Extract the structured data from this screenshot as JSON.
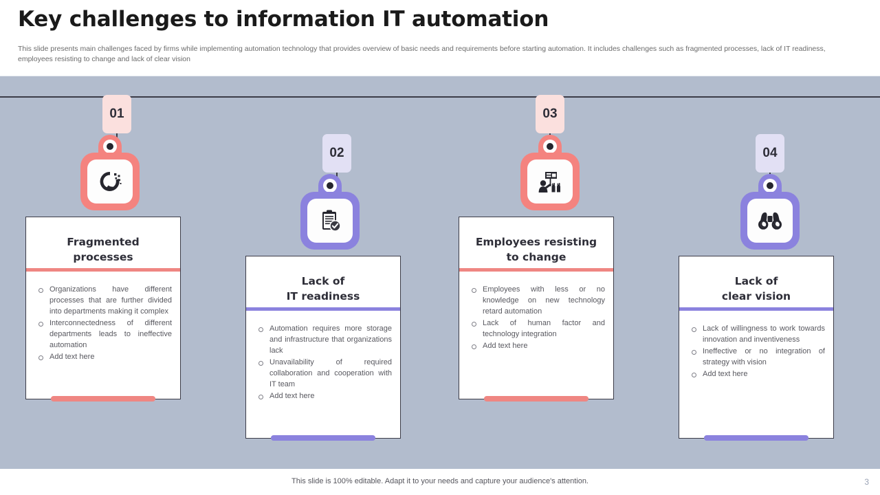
{
  "header": {
    "title": "Key challenges to information IT automation",
    "subtitle": "This slide presents main challenges faced by firms while implementing automation technology that provides overview of basic needs and requirements before starting automation. It includes challenges such as fragmented processes, lack of IT readiness, employees resisting to change and lack of clear vision"
  },
  "colors": {
    "coral": "#f4837f",
    "coral_rule": "#ef8682",
    "coral_badge_bg": "#fbe0de",
    "purple": "#8b82de",
    "purple_badge_bg": "#e2e0f4",
    "canvas_bg": "#b2bccd",
    "rail": "#3b3b47",
    "text_dark": "#2e2e38",
    "text_body": "#58585f"
  },
  "challenges": [
    {
      "number": "01",
      "accent": "coral",
      "icon": "fragmented-process-icon",
      "title_lines": [
        "Fragmented",
        "processes"
      ],
      "bullets": [
        "Organizations have different processes that are further divided into departments making it complex",
        "Interconnectedness of different departments leads to ineffective automation",
        "Add text here"
      ]
    },
    {
      "number": "02",
      "accent": "purple",
      "icon": "clipboard-check-icon",
      "title_lines": [
        "Lack of",
        "IT readiness"
      ],
      "bullets": [
        "Automation requires more storage and infrastructure that organizations lack",
        "Unavailability of required collaboration and cooperation with IT team",
        "Add text here"
      ]
    },
    {
      "number": "03",
      "accent": "coral",
      "icon": "protest-resistance-icon",
      "title_lines": [
        "Employees resisting",
        "to change"
      ],
      "bullets": [
        "Employees with less or no knowledge on new technology retard automation",
        "Lack of human factor and technology integration",
        "Add text here"
      ]
    },
    {
      "number": "04",
      "accent": "purple",
      "icon": "binoculars-icon",
      "title_lines": [
        "Lack of",
        "clear vision"
      ],
      "bullets": [
        "Lack of willingness to work towards innovation and inventiveness",
        "Ineffective or no integration of strategy with vision",
        "Add text here"
      ]
    }
  ],
  "footer": {
    "note": "This slide is 100% editable. Adapt it to your needs and capture your audience's attention.",
    "page_number": "3"
  }
}
